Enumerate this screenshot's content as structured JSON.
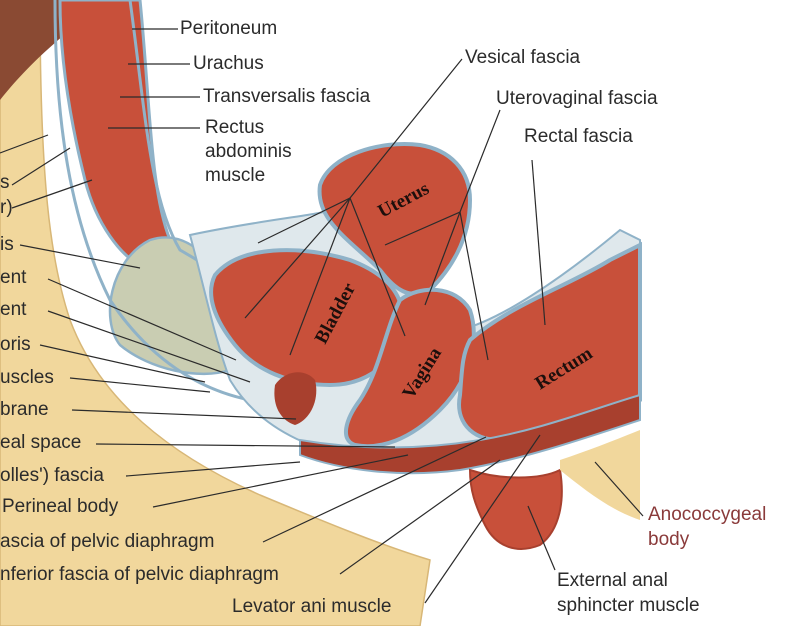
{
  "figure": {
    "labels": {
      "peritoneum": "Peritoneum",
      "urachus": "Urachus",
      "transversalis_fascia": "Transversalis fascia",
      "rectus_line1": "Rectus",
      "rectus_line2": "abdominis",
      "rectus_line3": "muscle",
      "vesical_fascia": "Vesical fascia",
      "uterovaginal_fascia": "Uterovaginal fascia",
      "rectal_fascia": "Rectal fascia",
      "left_1": "s",
      "left_2": "r)",
      "left_3": "is",
      "left_4": "ent",
      "left_5": "ent",
      "left_6": "oris",
      "left_7": "uscles",
      "left_8": "brane",
      "left_9": "eal space",
      "left_10": "olles') fascia",
      "perineal_body": "Perineal body",
      "sup_fascia_pelvic_diaphragm": "ascia of pelvic diaphragm",
      "inf_fascia_pelvic_diaphragm": "nferior fascia of pelvic diaphragm",
      "levator_ani": "Levator ani muscle",
      "anococcygeal_1": "Anococcygeal",
      "anococcygeal_2": "body",
      "ext_anal_1": "External anal",
      "ext_anal_2": "sphincter muscle"
    },
    "organs": {
      "uterus": "Uterus",
      "bladder": "Bladder",
      "vagina": "Vagina",
      "rectum": "Rectum"
    },
    "colors": {
      "muscle": "#c8503a",
      "muscle_dark": "#a8402e",
      "fascia": "#8fb2c8",
      "fat": "#f1d79c",
      "cavity": "#dfe8ec",
      "leader": "#2b2b2b"
    }
  }
}
